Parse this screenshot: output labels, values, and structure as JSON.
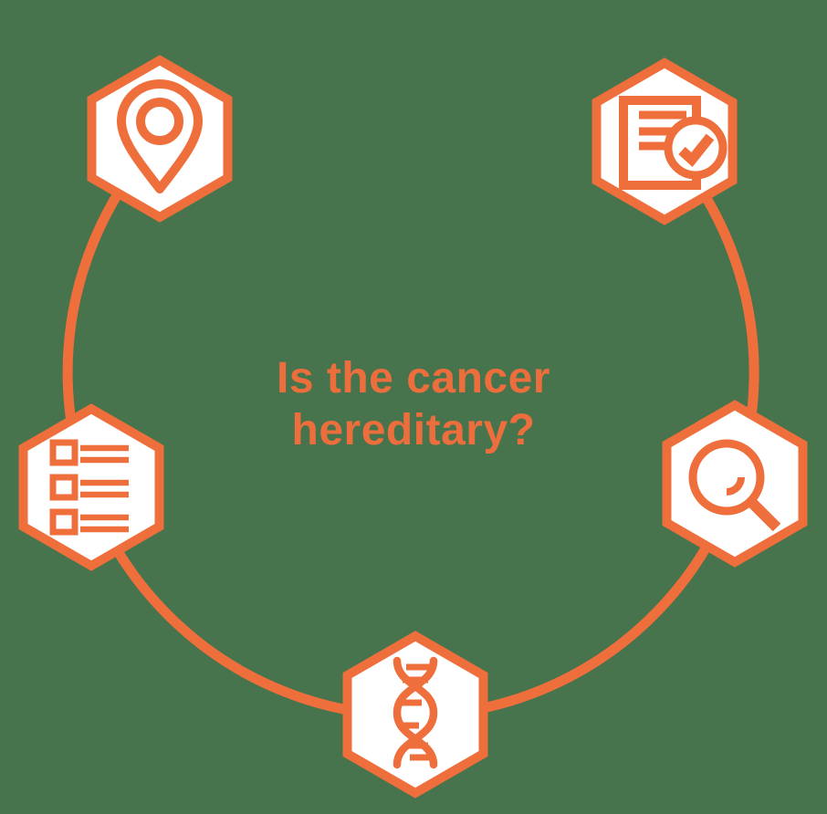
{
  "heading": {
    "line1": "Is the cancer",
    "line2": "hereditary?"
  },
  "palette": {
    "background_green": "#47734D",
    "accent_orange": "#EF6F3C",
    "hexagon_fill": "#FFFFFF"
  },
  "nodes": [
    {
      "id": "location",
      "icon": "location-pin-icon",
      "position": "top-left"
    },
    {
      "id": "document-check",
      "icon": "document-check-icon",
      "position": "top-right"
    },
    {
      "id": "checklist",
      "icon": "checklist-icon",
      "position": "middle-left"
    },
    {
      "id": "magnifier",
      "icon": "magnifying-glass-icon",
      "position": "middle-right"
    },
    {
      "id": "dna",
      "icon": "dna-helix-icon",
      "position": "bottom-center"
    }
  ]
}
